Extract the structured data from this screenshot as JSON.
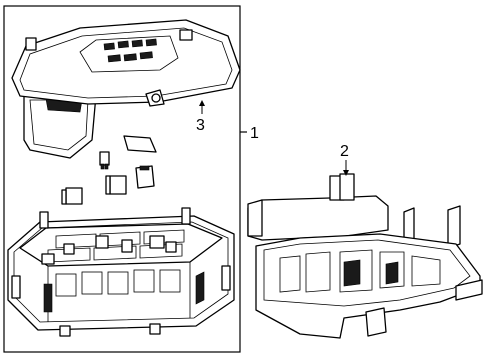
{
  "callouts": {
    "assembly": "1",
    "bracket": "2",
    "cover": "3"
  }
}
